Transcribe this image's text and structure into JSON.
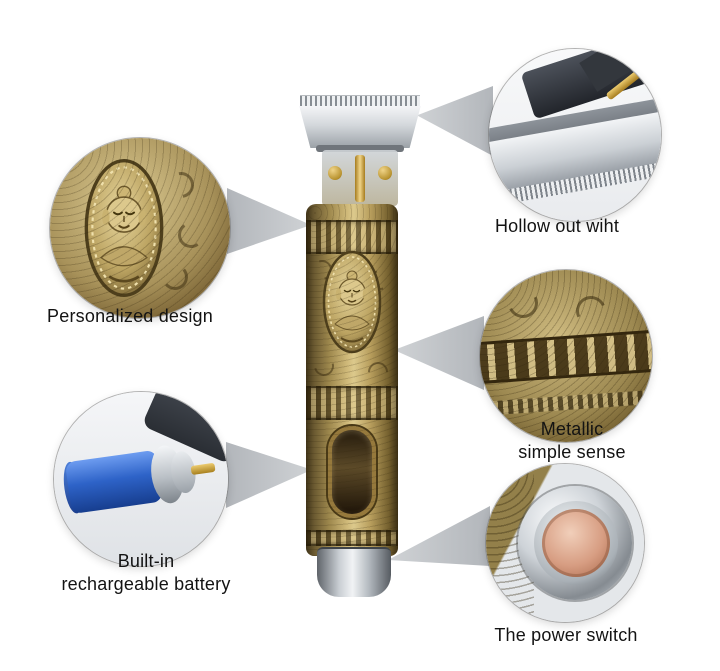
{
  "callouts": [
    {
      "id": "blade",
      "label": "Hollow out wiht"
    },
    {
      "id": "design",
      "label": "Personalized design"
    },
    {
      "id": "metallic",
      "label": "Metallic\nsimple sense"
    },
    {
      "id": "battery",
      "label": "Built-in\nrechargeable battery"
    },
    {
      "id": "power",
      "label": "The power switch"
    }
  ],
  "colors": {
    "background": "#ffffff",
    "bronze_light": "#dcc98c",
    "bronze_mid": "#a08a4f",
    "bronze_dark": "#3f3318",
    "silver_light": "#f1f3f5",
    "silver_dark": "#5f646a",
    "battery_blue": "#2e63c8",
    "copper": "#d79d82",
    "connector_gray": "#b7babe",
    "label_text": "#131313"
  }
}
